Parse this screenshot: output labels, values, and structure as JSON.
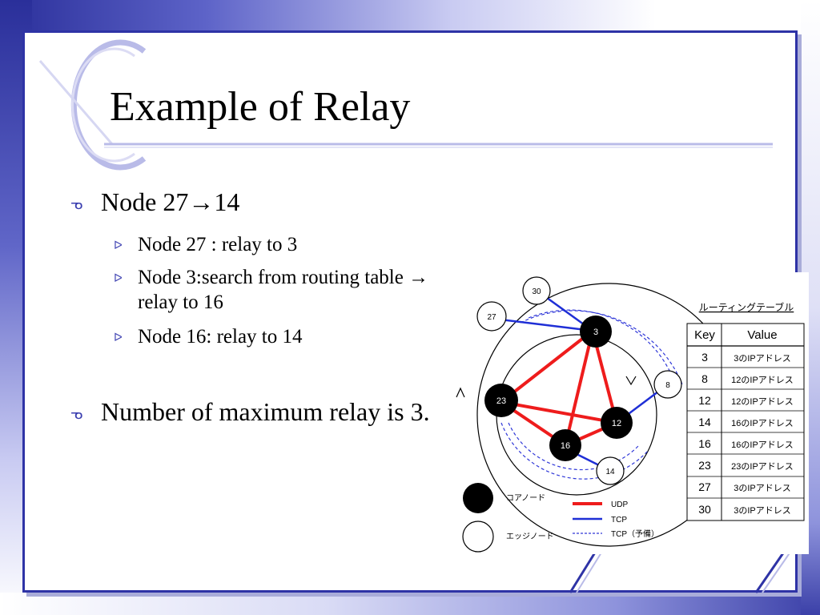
{
  "slide": {
    "title": "Example of Relay",
    "bullets": [
      {
        "text": "Node 27→14",
        "sub": [
          "Node 27 : relay to 3",
          "Node 3:search from routing table → relay to 16",
          "Node 16: relay to 14"
        ]
      },
      {
        "text": "Number of maximum relay is 3.",
        "sub": []
      }
    ]
  },
  "diagram": {
    "nodes": [
      "30",
      "27",
      "3",
      "8",
      "23",
      "12",
      "16",
      "14"
    ],
    "legend": {
      "core_node": "コアノード",
      "edge_node": "エッジノード",
      "udp": "UDP",
      "tcp": "TCP",
      "tcp_backup": "TCP（予備）"
    },
    "colors": {
      "udp": "#ee1c1c",
      "tcp": "#1f2fd6",
      "accent": "#3b3fb0"
    },
    "routing_table": {
      "title": "ルーティングテーブル",
      "headers": [
        "Key",
        "Value"
      ],
      "rows": [
        [
          "3",
          "3のIPアドレス"
        ],
        [
          "8",
          "12のIPアドレス"
        ],
        [
          "12",
          "12のIPアドレス"
        ],
        [
          "14",
          "16のIPアドレス"
        ],
        [
          "16",
          "16のIPアドレス"
        ],
        [
          "23",
          "23のIPアドレス"
        ],
        [
          "27",
          "3のIPアドレス"
        ],
        [
          "30",
          "3のIPアドレス"
        ]
      ]
    }
  }
}
